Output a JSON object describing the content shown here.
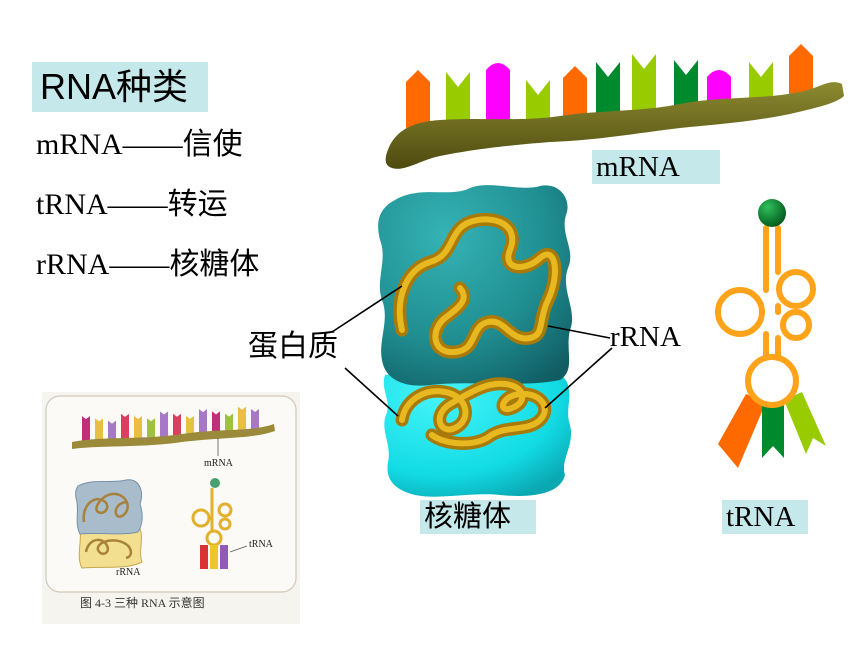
{
  "slide": {
    "heading": "RNA种类",
    "lines": [
      "mRNA——信使",
      "tRNA——转运",
      "rRNA——核糖体"
    ]
  },
  "diagram": {
    "mrna_label": "mRNA",
    "protein_label": "蛋白质",
    "rrna_label": "rRNA",
    "ribosome_label": "核糖体",
    "trna_label": "tRNA",
    "mrna_bases": [
      "orange",
      "lime",
      "magenta",
      "lime",
      "orange",
      "dark-green",
      "lime",
      "dark-green",
      "magenta",
      "lime",
      "orange"
    ],
    "trna_bases": [
      "orange",
      "dark-green",
      "lime"
    ]
  },
  "inset": {
    "mrna_label": "mRNA",
    "rrna_label": "rRNA",
    "trna_label": "tRNA",
    "caption": "图 4-3  三种 RNA 示意图",
    "mrna_bases": [
      "#c0307a",
      "#e8c040",
      "#a878c8",
      "#d84060",
      "#e8c040",
      "#a0c040",
      "#a878c8",
      "#d84060",
      "#e8c040",
      "#a878c8",
      "#c0307a",
      "#a0c040",
      "#e8c040",
      "#a878c8"
    ]
  },
  "colors": {
    "label_bg": "#c5e8ea",
    "orange": "#ff6a00",
    "lime": "#99cc00",
    "magenta": "#ff00ff",
    "dark-green": "#008a2e",
    "ribbon_outer": "#a97a08",
    "ribbon_inner": "#e8b820",
    "trna": "#ffa31a",
    "pointer": "#000000"
  }
}
